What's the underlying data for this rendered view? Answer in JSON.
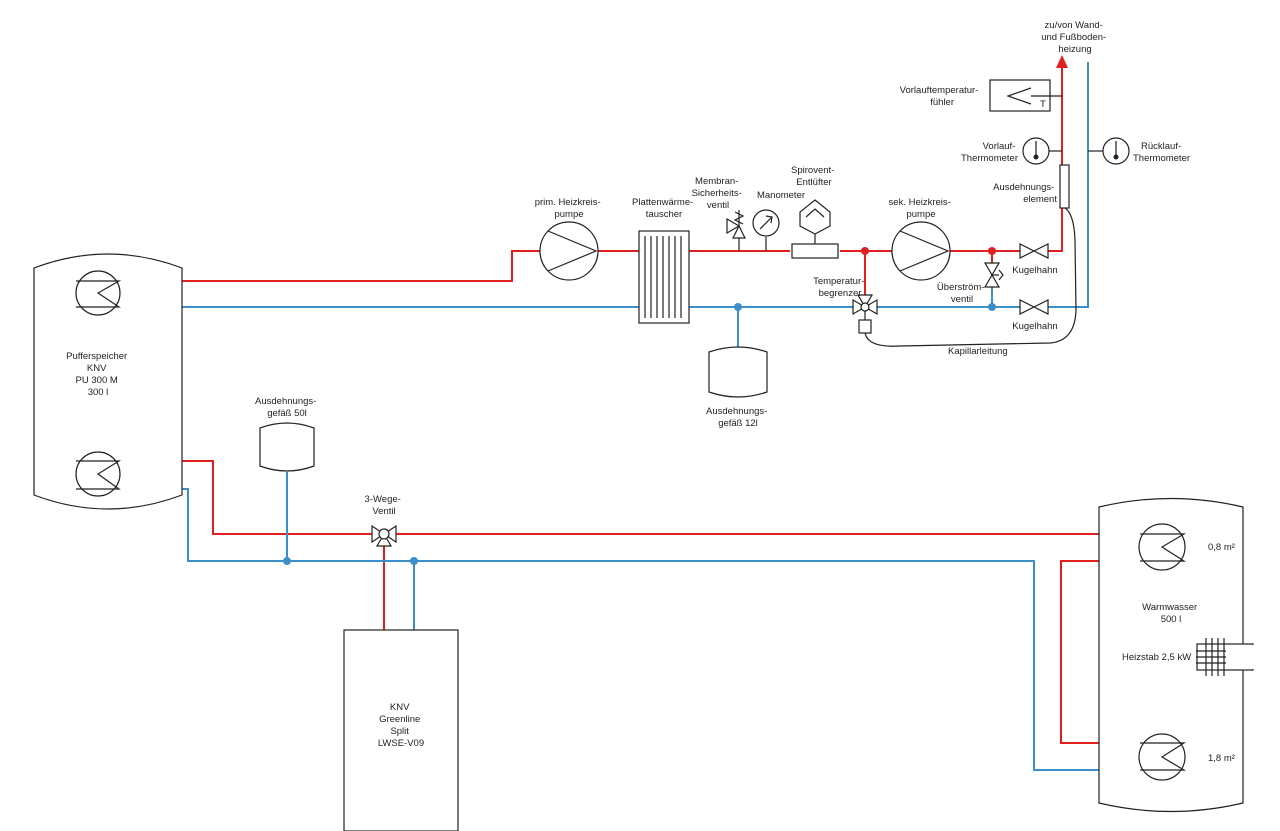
{
  "colors": {
    "supply": "#e02020",
    "return": "#3d8fc9",
    "outline": "#222222"
  },
  "labels": {
    "buffer_tank": [
      "Pufferspeicher",
      "KNV",
      "PU 300 M",
      "300 l"
    ],
    "heat_pump": [
      "KNV",
      "Greenline",
      "Split",
      "LWSE-V09"
    ],
    "dhw_tank": [
      "Warmwasser",
      "500 l"
    ],
    "coil_top_area": "0,8 m²",
    "coil_bottom_area": "1,8 m²",
    "heating_rod": "Heizstab 2,5 kW",
    "exp_vessel_50": [
      "Ausdehnungs-",
      "gefäß 50l"
    ],
    "exp_vessel_12": [
      "Ausdehnungs-",
      "gefäß 12l"
    ],
    "three_way_valve": [
      "3-Wege-",
      "Ventil"
    ],
    "prim_pump": [
      "prim. Heizkreis-",
      "pumpe"
    ],
    "plate_hx": [
      "Plattenwärme-",
      "tauscher"
    ],
    "safety_valve": [
      "Membran-",
      "Sicherheits-",
      "ventil"
    ],
    "manometer": "Manometer",
    "air_vent": [
      "Spirovent-",
      "Entlüfter"
    ],
    "sec_pump": [
      "sek. Heizkreis-",
      "pumpe"
    ],
    "temp_limiter": [
      "Temperatur-",
      "begrenzer"
    ],
    "overflow_valve": [
      "Überström-",
      "ventil"
    ],
    "ball_valve_supply": "Kugelhahn",
    "ball_valve_return": "Kugelhahn",
    "capillary": "Kapillarleitung",
    "expansion_element": [
      "Ausdehnungs-",
      "element"
    ],
    "supply_sensor": [
      "Vorlauftemperatur-",
      "fühler"
    ],
    "supply_thermometer": [
      "Vorlauf-",
      "Thermometer"
    ],
    "return_thermometer": [
      "Rücklauf-",
      "Thermometer"
    ],
    "floor_heating": [
      "zu/von Wand-",
      "und Fußboden-",
      "heizung"
    ],
    "sensor_letter": "T"
  }
}
